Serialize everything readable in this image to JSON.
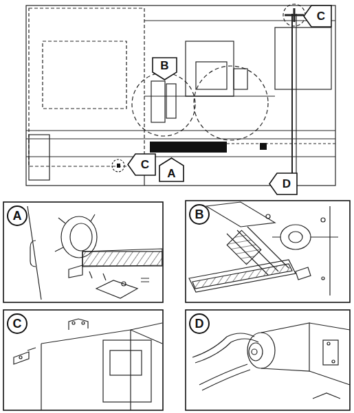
{
  "diagram": {
    "nodes": [
      {
        "text": [
          "C"
        ]
      },
      {
        "text": [
          "B"
        ]
      },
      {
        "text": [
          "C"
        ]
      },
      {
        "text": [
          "A"
        ]
      },
      {
        "text": [
          "D"
        ]
      },
      {
        "text": [
          "A"
        ]
      },
      {
        "text": [
          "B"
        ]
      },
      {
        "text": [
          "C"
        ]
      },
      {
        "text": [
          "D"
        ]
      }
    ]
  }
}
